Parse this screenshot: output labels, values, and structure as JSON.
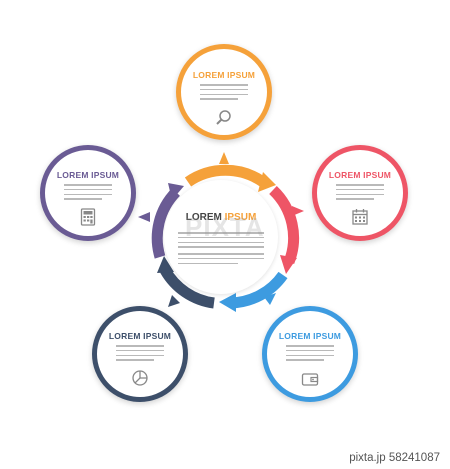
{
  "center": {
    "title_part1": "LOREM ",
    "title_part2": "IPSUM"
  },
  "nodes": {
    "top": {
      "title": "LOREM IPSUM",
      "color": "#f5a13a",
      "icon": "magnifier-icon"
    },
    "right": {
      "title": "LOREM IPSUM",
      "color": "#ee5566",
      "icon": "calendar-icon"
    },
    "bottom_right": {
      "title": "LOREM IPSUM",
      "color": "#3d9be0",
      "icon": "wallet-icon"
    },
    "bottom_left": {
      "title": "LOREM IPSUM",
      "color": "#3d4f6a",
      "icon": "pie-chart-icon"
    },
    "left": {
      "title": "LOREM IPSUM",
      "color": "#6a5b94",
      "icon": "calculator-icon"
    }
  },
  "center_colors": {
    "title1": "#444444",
    "title2": "#f5a13a"
  },
  "watermark": "PIXTA",
  "footer": {
    "source": "pixta.jp",
    "id": "58241087"
  }
}
